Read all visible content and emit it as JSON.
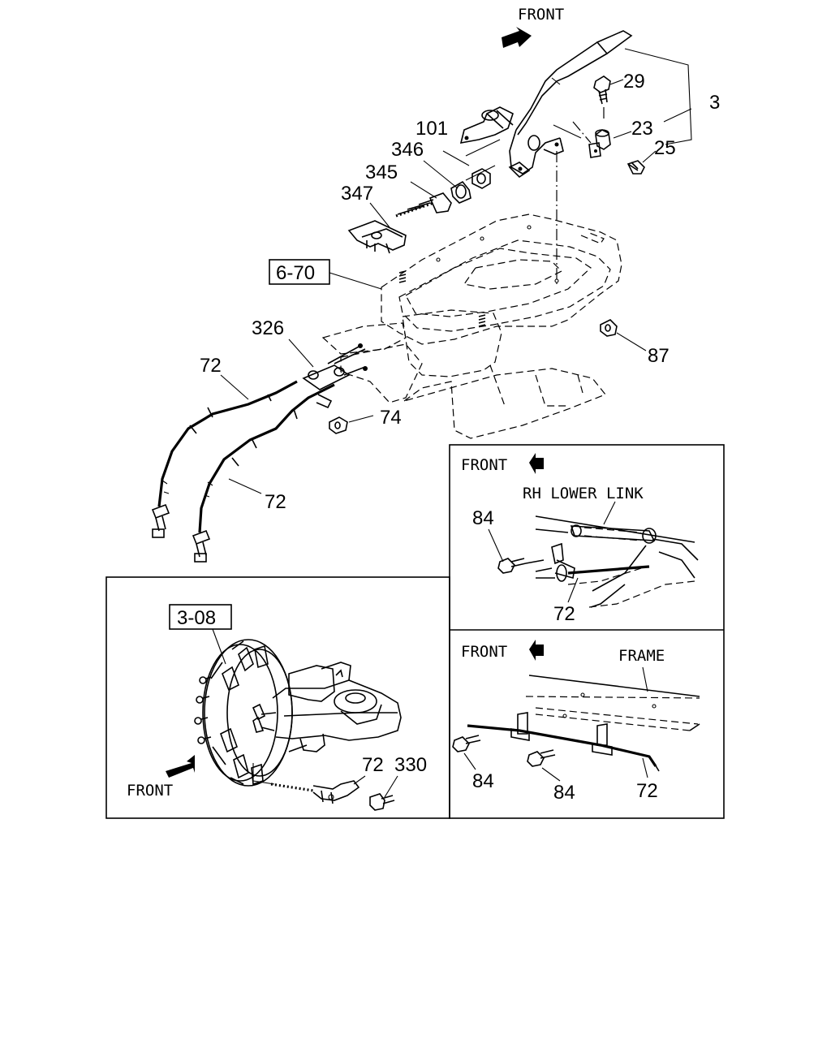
{
  "directions": {
    "front_top": "FRONT",
    "front_box1": "FRONT",
    "front_box2": "FRONT",
    "front_box3": "FRONT"
  },
  "captions": {
    "rh_lower_link": "RH LOWER LINK",
    "frame": "FRAME"
  },
  "references": {
    "ref_6_70": "6-70",
    "ref_3_08": "3-08"
  },
  "part_numbers": {
    "p29": "29",
    "p3": "3",
    "p23": "23",
    "p25": "25",
    "p101": "101",
    "p346": "346",
    "p345": "345",
    "p347": "347",
    "p326": "326",
    "p72_a": "72",
    "p72_b": "72",
    "p74": "74",
    "p87": "87",
    "p84_rh": "84",
    "p72_rh": "72",
    "p72_axle": "72",
    "p330": "330",
    "p84_f1": "84",
    "p84_f2": "84",
    "p72_frame": "72"
  }
}
